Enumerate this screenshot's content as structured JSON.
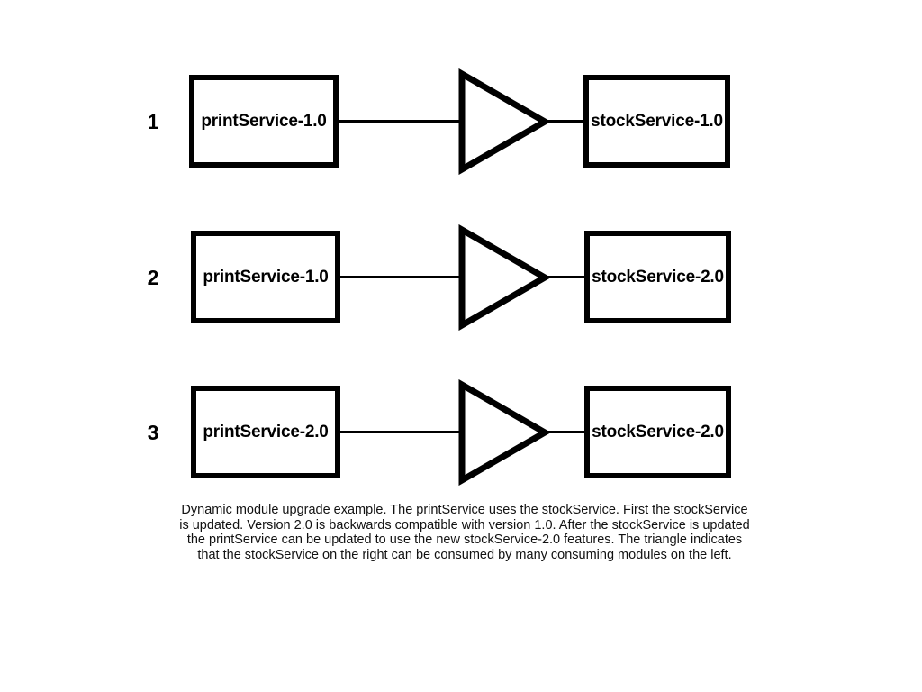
{
  "diagram": {
    "title": "Dynamic module upgrade example",
    "background_color": "#ffffff",
    "stroke_color": "#000000",
    "rows": [
      {
        "number": "1",
        "consumer": "printService-1.0",
        "provider": "stockService-1.0",
        "connector_symbol": "provides-triangle"
      },
      {
        "number": "2",
        "consumer": "printService-1.0",
        "provider": "stockService-2.0",
        "connector_symbol": "provides-triangle"
      },
      {
        "number": "3",
        "consumer": "printService-2.0",
        "provider": "stockService-2.0",
        "connector_symbol": "provides-triangle"
      }
    ],
    "caption": {
      "lines": [
        "Dynamic module upgrade example. The printService uses the stockService. First the stockService",
        "is updated. Version 2.0 is backwards compatible with version 1.0. After the stockService is updated",
        "the printService can be updated to use the new stockService-2.0 features. The triangle indicates",
        "that the stockService on the right can be consumed by many consuming modules on the left."
      ]
    }
  }
}
